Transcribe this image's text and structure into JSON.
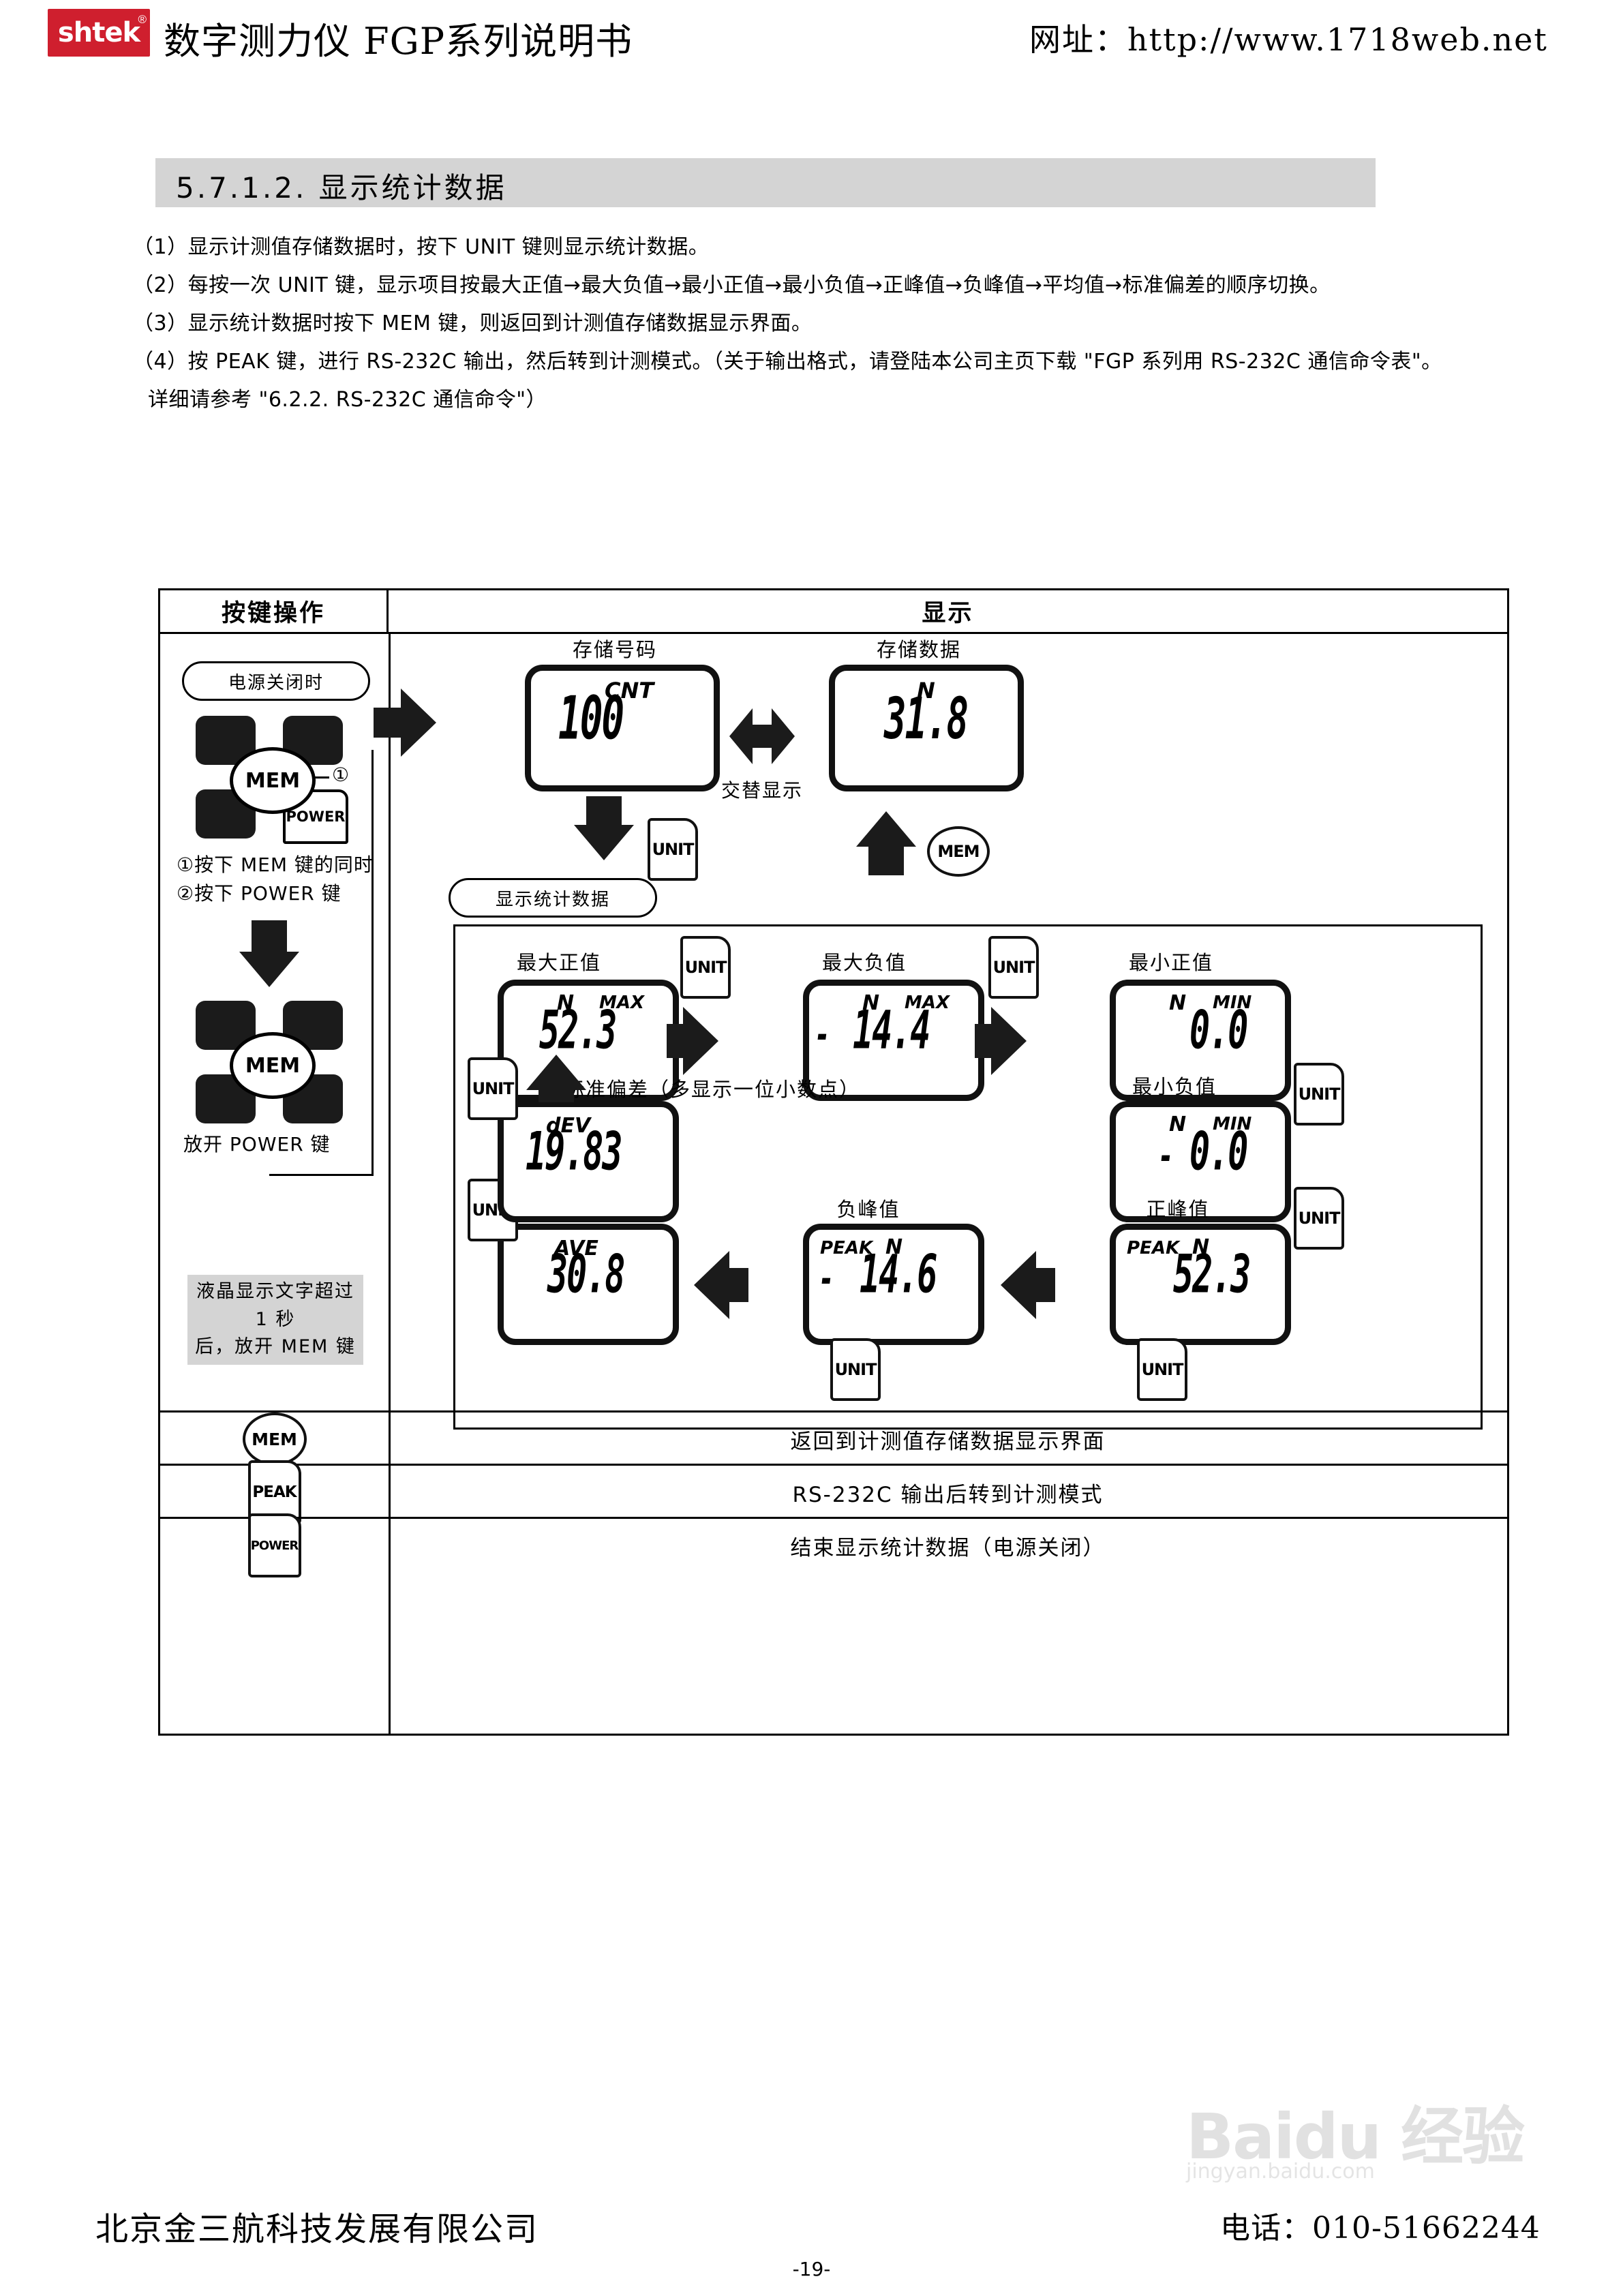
{
  "header": {
    "logo_text": "shtek",
    "logo_registered": "®",
    "logo_color": "#cf1f2e",
    "title": "数字测力仪 FGP系列说明书",
    "url_label": "网址：http://www.1718web.net"
  },
  "section": {
    "heading": "5.7.1.2. 显示统计数据",
    "heading_bg": "#d4d4d4"
  },
  "paragraphs": [
    "（1）显示计测值存储数据时，按下 UNIT 键则显示统计数据。",
    "（2）每按一次 UNIT 键，显示项目按最大正值→最大负值→最小正值→最小负值→正峰值→负峰值→平均值→标准偏差的顺序切换。",
    "（3）显示统计数据时按下 MEM 键，则返回到计测值存储数据显示界面。",
    "（4）按 PEAK 键，进行 RS-232C 输出，然后转到计测模式。（关于输出格式，请登陆本公司主页下载 \"FGP 系列用 RS-232C 通信命令表\"。",
    "详细请参考 \"6.2.2. RS-232C 通信命令\"）"
  ],
  "table": {
    "header_left": "按键操作",
    "header_right": "显示"
  },
  "key_column": {
    "power_off_pill": "电源关闭时",
    "mem_label": "MEM",
    "power_label": "POWER",
    "callout_1": "①",
    "callout_2": "②",
    "step_1": "①按下 MEM 键的同时",
    "step_2": "②按下 POWER 键",
    "release_power": "放开 POWER 键",
    "gray_note_line1": "液晶显示文字超过 1 秒",
    "gray_note_line2": "后，放开 MEM 键",
    "gray_note_bg": "#d4d4d4"
  },
  "top_displays": {
    "left_caption": "存储号码",
    "left_tag": "CNT",
    "left_value": "100",
    "right_caption": "存储数据",
    "right_tag": "N",
    "right_value": "31.8",
    "alternating_label": "交替显示",
    "unit_key": "UNIT",
    "mem_key": "MEM"
  },
  "stats_section": {
    "pill_label": "显示统计数据",
    "unit_key": "UNIT",
    "items": [
      {
        "caption": "最大正值",
        "tag_left": "N",
        "tag_right": "MAX",
        "value": "52.3",
        "sign": ""
      },
      {
        "caption": "最大负值",
        "tag_left": "N",
        "tag_right": "MAX",
        "value": "14.4",
        "sign": "-"
      },
      {
        "caption": "最小正值",
        "tag_left": "N",
        "tag_right": "MIN",
        "value": "0.0",
        "sign": ""
      },
      {
        "caption": "最小负值",
        "tag_left": "N",
        "tag_right": "MIN",
        "value": "0.0",
        "sign": "-"
      },
      {
        "caption": "正峰值",
        "tag_left": "PEAK",
        "tag_right": "N",
        "value": "52.3",
        "sign": ""
      },
      {
        "caption": "负峰值",
        "tag_left": "PEAK",
        "tag_right": "N",
        "value": "14.6",
        "sign": "-"
      },
      {
        "caption": "平均值",
        "tag_left": "AVE",
        "tag_right": "",
        "value": "30.8",
        "sign": ""
      },
      {
        "caption": "标准偏差（多显示一位小数点）",
        "tag_left": "dEV",
        "tag_right": "",
        "value": "19.83",
        "sign": ""
      }
    ]
  },
  "bottom_rows": [
    {
      "key": "MEM",
      "desc": "返回到计测值存储数据显示界面"
    },
    {
      "key": "PEAK",
      "desc": "RS-232C 输出后转到计测模式"
    },
    {
      "key": "POWER",
      "desc": "结束显示统计数据（电源关闭）"
    }
  ],
  "footer": {
    "company": "北京金三航科技发展有限公司",
    "phone": "电话：010-51662244",
    "page_number": "-19-"
  },
  "watermark": {
    "main": "Baidu 经验",
    "sub": "jingyan.baidu.com"
  }
}
